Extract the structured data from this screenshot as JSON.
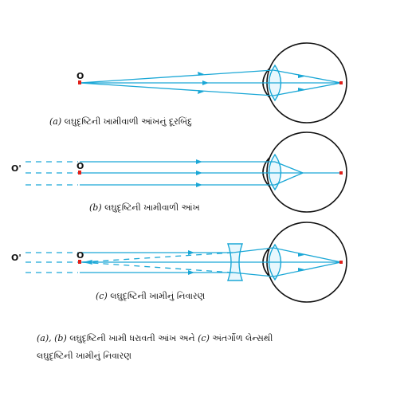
{
  "panels": [
    {
      "id": "a",
      "caption_tag": "(a)",
      "caption_text": "લઘુદૃષ્ટિની ખામીવાળી આંખનું દૂરબિંદુ",
      "object_label": "O"
    },
    {
      "id": "b",
      "caption_tag": "(b)",
      "caption_text": "લઘુદૃષ્ટિની ખામીવાળી આંખ",
      "object_label": "O",
      "far_label": "O'"
    },
    {
      "id": "c",
      "caption_tag": "(c)",
      "caption_text": "લઘુદૃષ્ટિની ખામીનું નિવારણ",
      "object_label": "O",
      "far_label": "O'"
    }
  ],
  "figure_caption": {
    "line1_tags": "(a), (b)",
    "line1_text": "લઘુદૃષ્ટિની ખામી ધરાવતી આંખ અને",
    "line1_tag2": "(c)",
    "line1_text2": "અંતર્ગોળ લેન્સથી",
    "line2": "લઘુદૃષ્ટિની ખામીનું નિવારણ"
  },
  "colors": {
    "ray": "#1aa7d6",
    "eye_outline": "#111111",
    "point": "#e0201a"
  }
}
